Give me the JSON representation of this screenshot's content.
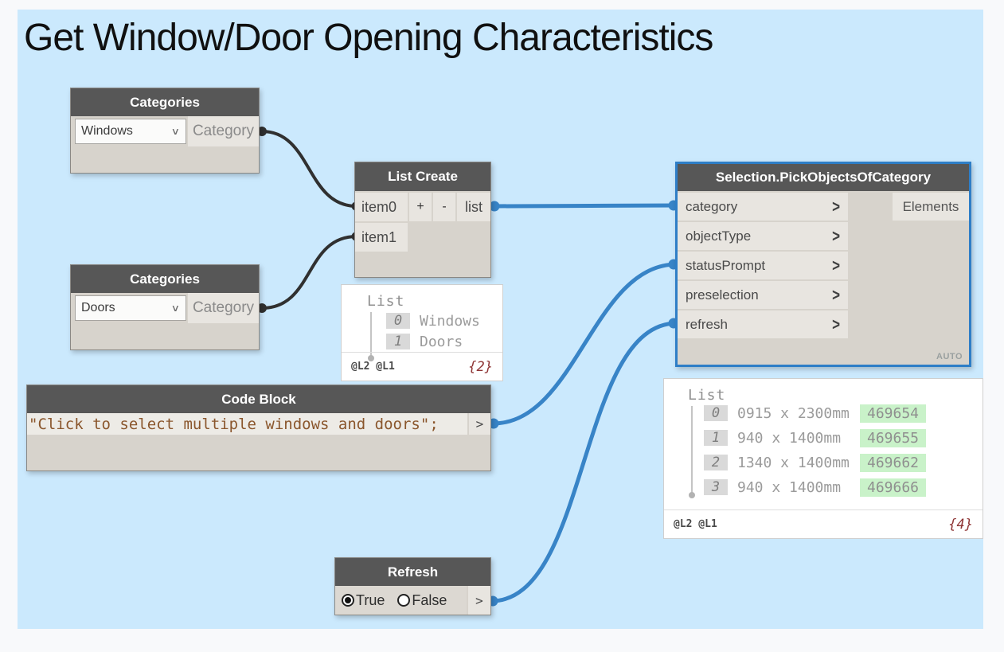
{
  "group": {
    "title": "Get Window/Door Opening Characteristics",
    "background_color": "#cbe9fd"
  },
  "colors": {
    "canvas_background": "#f8f9fb",
    "node_header": "#575757",
    "node_body": "#d7d3cc",
    "port_background": "#e8e5e0",
    "wire_dark": "#303030",
    "wire_blue": "#3884c7",
    "selection_border": "#2e7ec7",
    "element_id_badge": "#c9f2c9",
    "count_red": "#8e3434"
  },
  "icons": {
    "port_chevron": ">",
    "dropdown_chevron": "∨",
    "output_chevron": ">"
  },
  "nodes": {
    "categories_windows": {
      "title": "Categories",
      "dropdown_value": "Windows",
      "output": "Category"
    },
    "categories_doors": {
      "title": "Categories",
      "dropdown_value": "Doors",
      "output": "Category"
    },
    "list_create": {
      "title": "List Create",
      "inputs": [
        "item0",
        "item1"
      ],
      "add_label": "+",
      "remove_label": "-",
      "output": "list"
    },
    "selection": {
      "title": "Selection.PickObjectsOfCategory",
      "inputs": [
        "category",
        "objectType",
        "statusPrompt",
        "preselection",
        "refresh"
      ],
      "output": "Elements",
      "lacing": "AUTO"
    },
    "code_block": {
      "title": "Code Block",
      "code": "\"Click to select multiple windows and doors\";"
    },
    "refresh": {
      "title": "Refresh",
      "option_true": "True",
      "option_false": "False",
      "selected": "True"
    }
  },
  "previews": {
    "list_preview": {
      "root": "List",
      "items": [
        {
          "index": "0",
          "value": "Windows"
        },
        {
          "index": "1",
          "value": "Doors"
        }
      ],
      "lacing": "@L2 @L1",
      "count": "{2}"
    },
    "elements_preview": {
      "root": "List",
      "items": [
        {
          "index": "0",
          "value": "0915 x 2300mm",
          "id": "469654"
        },
        {
          "index": "1",
          "value": "940 x 1400mm",
          "id": "469655"
        },
        {
          "index": "2",
          "value": "1340 x 1400mm",
          "id": "469662"
        },
        {
          "index": "3",
          "value": "940 x 1400mm",
          "id": "469666"
        }
      ],
      "lacing": "@L2 @L1",
      "count": "{4}"
    }
  }
}
